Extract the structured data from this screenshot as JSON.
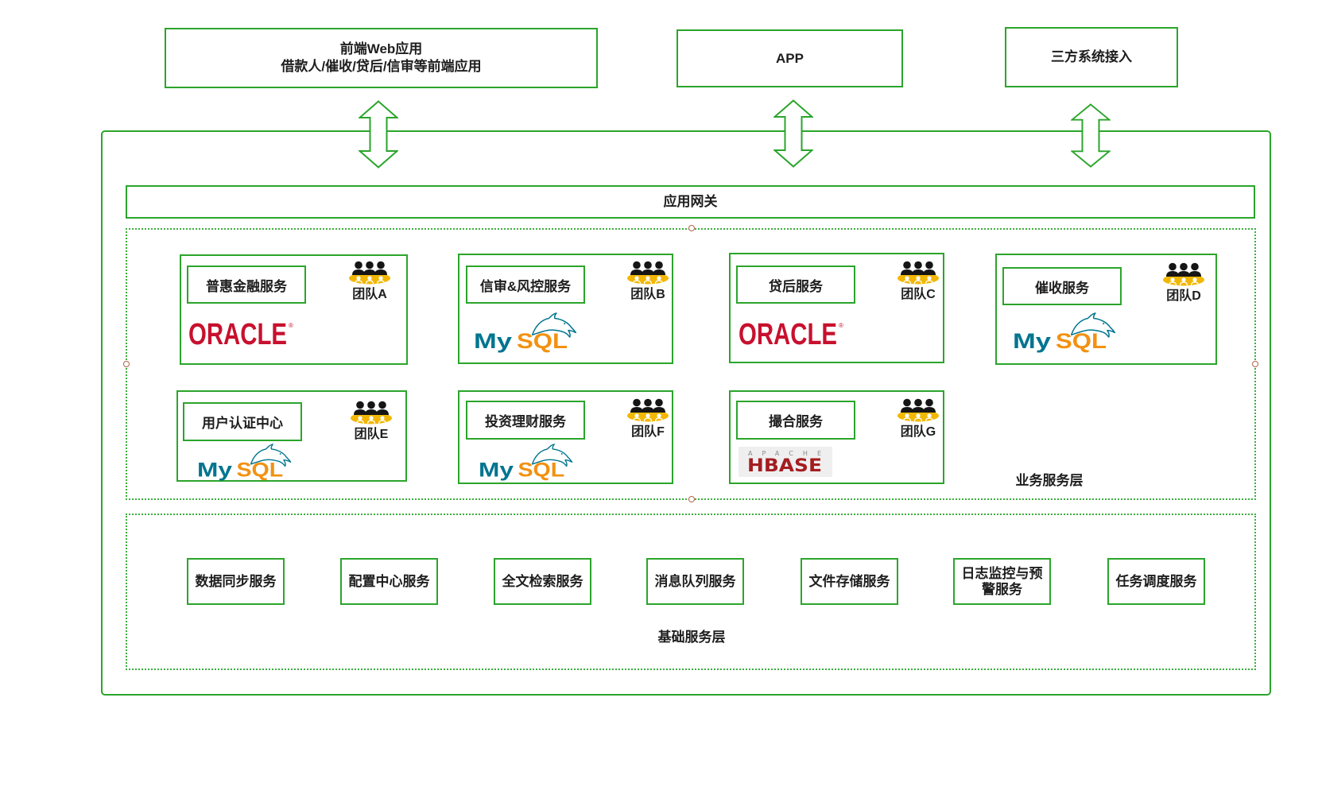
{
  "clients": [
    {
      "title": "前端Web应用",
      "subtitle": "借款人/催收/贷后/信审等前端应用"
    },
    {
      "title": "APP"
    },
    {
      "title": "三方系统接入"
    }
  ],
  "connector_icon": "bidirectional-arrow-icon",
  "gateway": {
    "label": "应用网关"
  },
  "business_layer": {
    "label": "业务服务层",
    "services": [
      {
        "name": "普惠金融服务",
        "team": "团队A",
        "team_icon": "team-icon",
        "logo": "oracle-logo"
      },
      {
        "name": "信审&风控服务",
        "team": "团队B",
        "team_icon": "team-icon",
        "logo": "mysql-logo"
      },
      {
        "name": "贷后服务",
        "team": "团队C",
        "team_icon": "team-icon",
        "logo": "oracle-logo"
      },
      {
        "name": "催收服务",
        "team": "团队D",
        "team_icon": "team-icon",
        "logo": "mysql-logo"
      },
      {
        "name": "用户认证中心",
        "team": "团队E",
        "team_icon": "team-icon",
        "logo": "mysql-logo"
      },
      {
        "name": "投资理财服务",
        "team": "团队F",
        "team_icon": "team-icon",
        "logo": "mysql-logo"
      },
      {
        "name": "撮合服务",
        "team": "团队G",
        "team_icon": "team-icon",
        "logo": "hbase-logo"
      }
    ]
  },
  "foundation_layer": {
    "label": "基础服务层",
    "services": [
      "数据同步服务",
      "配置中心服务",
      "全文检索服务",
      "消息队列服务",
      "文件存储服务",
      "日志监控与预警服务",
      "任务调度服务"
    ]
  },
  "logos": {
    "oracle": {
      "text": "ORACLE",
      "mark": "®"
    },
    "mysql": {
      "my": "My",
      "sql": "SQL"
    },
    "hbase": {
      "apache": "APACHE",
      "name": "HBASE"
    }
  },
  "colors": {
    "border": "#2ba52b",
    "dotted": "#3cae3c",
    "handle": "#b5654b",
    "oracle": "#c8102e",
    "mysql_my": "#00758f",
    "mysql_sql": "#f29111",
    "mysql_dolphin": "#00758f",
    "hbase": "#a41d21",
    "hbase_bg": "#efefef",
    "team_gold": "#f2b705",
    "team_dark": "#151515"
  }
}
